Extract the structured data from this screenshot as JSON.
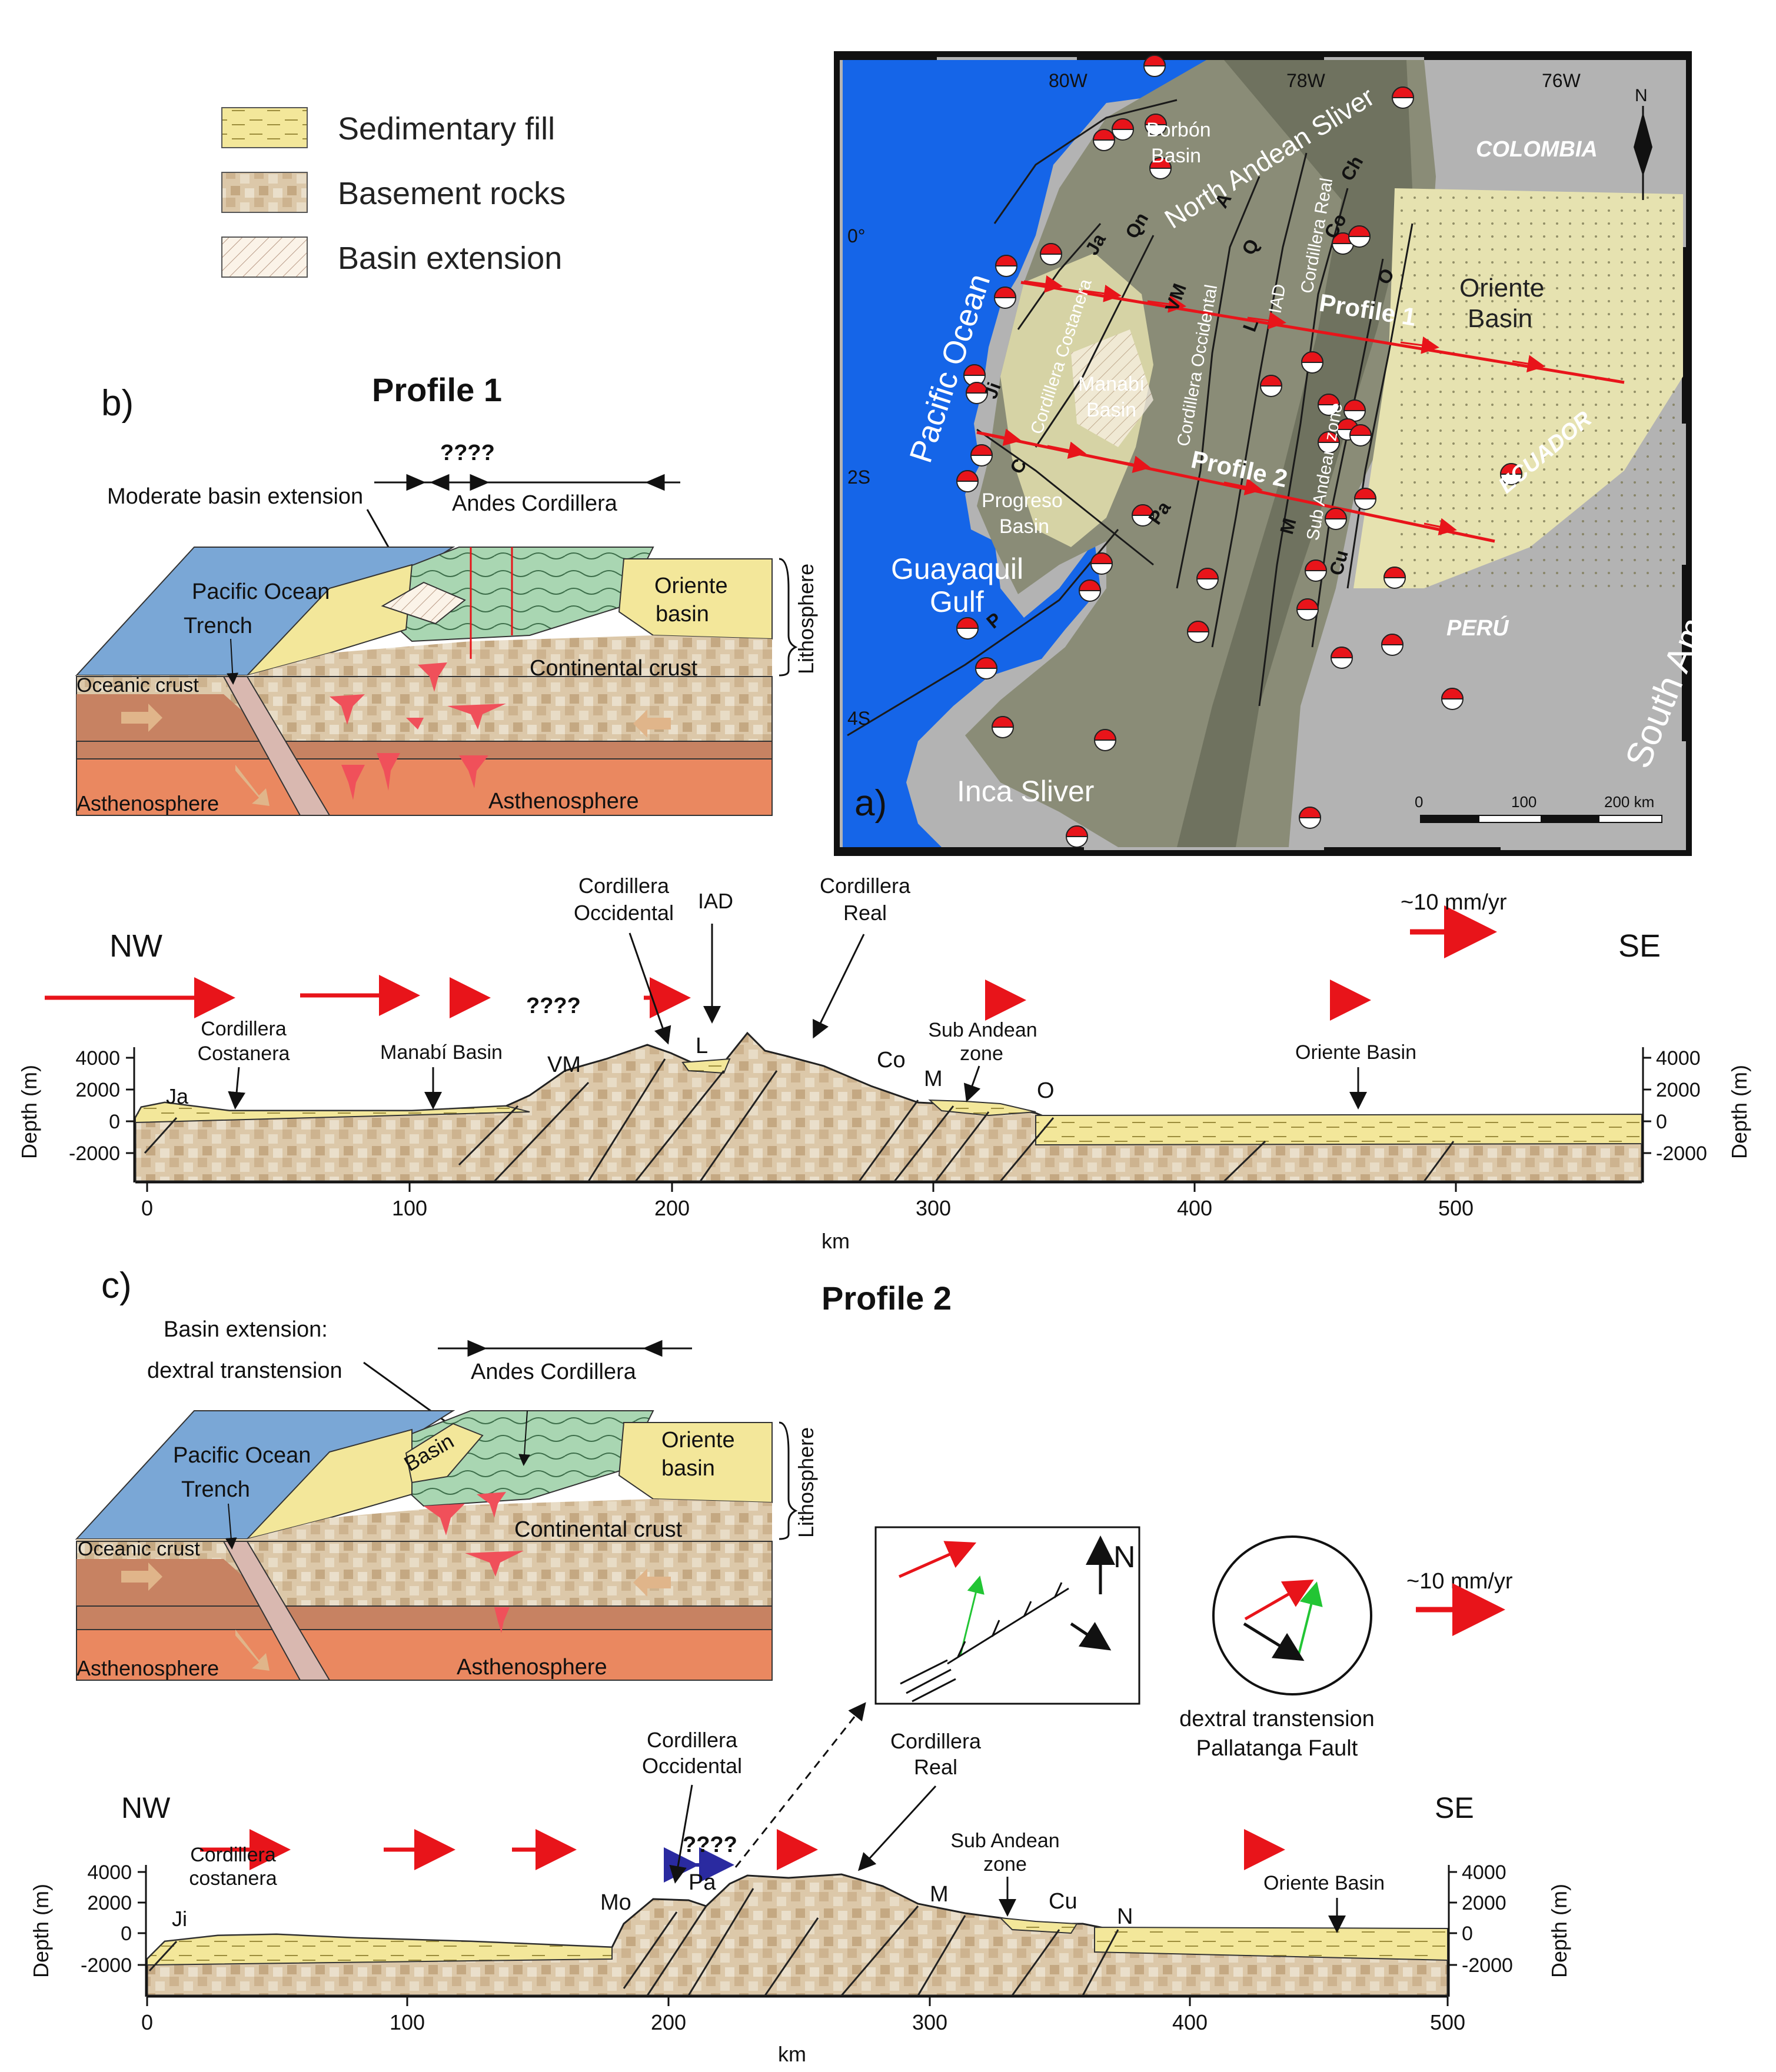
{
  "legend": {
    "items": [
      {
        "label": "Sedimentary fill",
        "color": "#f3e79a"
      },
      {
        "label": "Basement rocks",
        "color": "#c8ab86"
      },
      {
        "label": "Basin extension",
        "color": "#ffffff"
      }
    ]
  },
  "colors": {
    "ocean": "#1565e8",
    "sediment": "#f3e79a",
    "basement": "#d9c4a6",
    "andes_green": "#a9d6b2",
    "ocean_block": "#7aa7d6",
    "mantle_upper": "#c78262",
    "mantle_lower": "#ea8860",
    "magma": "#f0505a",
    "red_arrow": "#e8141a",
    "green_arrow": "#22c534",
    "blue_arrow": "#2a2aa0"
  },
  "map": {
    "panel_letter": "a)",
    "longitudes": [
      "80W",
      "78W",
      "76W"
    ],
    "latitudes": [
      "0°",
      "2S",
      "4S"
    ],
    "north": "N",
    "labels": {
      "pacific": "Pacific Ocean",
      "colombia": "COLOMBIA",
      "ecuador": "ECUADOR",
      "peru": "PERÚ",
      "south_american_plate": "South American Plate",
      "north_andean_sliver": "North Andean Sliver",
      "inca_sliver": "Inca Sliver",
      "guayaquil_1": "Guayaquil",
      "guayaquil_2": "Gulf",
      "borbon_1": "Borbón",
      "borbon_2": "Basin",
      "manabi_1": "Manabí",
      "manabi_2": "Basin",
      "progreso_1": "Progreso",
      "progreso_2": "Basin",
      "oriente_1": "Oriente",
      "oriente_2": "Basin",
      "profile1": "Profile 1",
      "profile2": "Profile 2",
      "cord_costanera": "Cordillera Costanera",
      "cord_occidental": "Cordillera Occidental",
      "cord_real": "Cordillera Real",
      "iad": "IAD",
      "sub_andean": "Sub Andean zone",
      "fault_ja": "Ja",
      "fault_qn": "Qn",
      "fault_a": "A",
      "fault_q": "Q",
      "fault_ch": "Ch",
      "fault_co": "Co",
      "fault_o": "O",
      "fault_vm": "VM",
      "fault_l": "L",
      "fault_ji": "Ji",
      "fault_c": "C",
      "fault_pa": "Pa",
      "fault_m": "M",
      "fault_cu": "Cu",
      "fault_p": "P"
    },
    "scale": {
      "s0": "0",
      "s1": "100",
      "s2": "200 km"
    }
  },
  "panel_b": {
    "letter": "b)",
    "title": "Profile 1",
    "question": "????",
    "moderate": "Moderate basin extension",
    "andes": "Andes Cordillera",
    "pacific": "Pacific Ocean",
    "trench": "Trench",
    "oriente_1": "Oriente",
    "oriente_2": "basin",
    "continental": "Continental crust",
    "oceanic": "Oceanic crust",
    "astheno_left": "Asthenosphere",
    "astheno_main": "Asthenosphere",
    "litho": "Lithosphere"
  },
  "profile1": {
    "nw": "NW",
    "se": "SE",
    "rate": "~10 mm/yr",
    "question": "????",
    "cord_occ_1": "Cordillera",
    "cord_occ_2": "Occidental",
    "iad": "IAD",
    "cord_real_1": "Cordillera",
    "cord_real_2": "Real",
    "cord_cost_1": "Cordillera",
    "cord_cost_2": "Costanera",
    "manabi": "Manabí Basin",
    "vm": "VM",
    "ja": "Ja",
    "l": "L",
    "co": "Co",
    "m": "M",
    "o": "O",
    "sub_1": "Sub Andean",
    "sub_2": "zone",
    "oriente": "Oriente Basin",
    "depth_label": "Depth (m)",
    "km": "km",
    "x_ticks": [
      "0",
      "100",
      "200",
      "300",
      "400",
      "500"
    ],
    "y_ticks": [
      "4000",
      "2000",
      "0",
      "-2000"
    ]
  },
  "panel_c": {
    "letter": "c)",
    "title": "Profile 2",
    "ext_1": "Basin extension:",
    "ext_2": "dextral transtension",
    "andes": "Andes Cordillera",
    "basin": "Basin",
    "pacific": "Pacific Ocean",
    "trench": "Trench",
    "oriente_1": "Oriente",
    "oriente_2": "basin",
    "continental": "Continental crust",
    "oceanic": "Oceanic crust",
    "astheno_left": "Asthenosphere",
    "astheno_main": "Asthenosphere",
    "litho": "Lithosphere",
    "inset_n": "N",
    "dextral_1": "dextral transtension",
    "dextral_2": "Pallatanga Fault"
  },
  "profile2": {
    "nw": "NW",
    "se": "SE",
    "rate": "~10 mm/yr",
    "question": "????",
    "cord_occ_1": "Cordillera",
    "cord_occ_2": "Occidental",
    "cord_real_1": "Cordillera",
    "cord_real_2": "Real",
    "cord_cost_1": "Cordillera",
    "cord_cost_2": "costanera",
    "ji": "Ji",
    "mo": "Mo",
    "pa": "Pa",
    "m": "M",
    "cu": "Cu",
    "n": "N",
    "sub_1": "Sub Andean",
    "sub_2": "zone",
    "oriente": "Oriente Basin",
    "depth_label": "Depth (m)",
    "km": "km",
    "x_ticks": [
      "0",
      "100",
      "200",
      "300",
      "400",
      "500"
    ],
    "y_ticks": [
      "4000",
      "2000",
      "0",
      "-2000"
    ]
  }
}
